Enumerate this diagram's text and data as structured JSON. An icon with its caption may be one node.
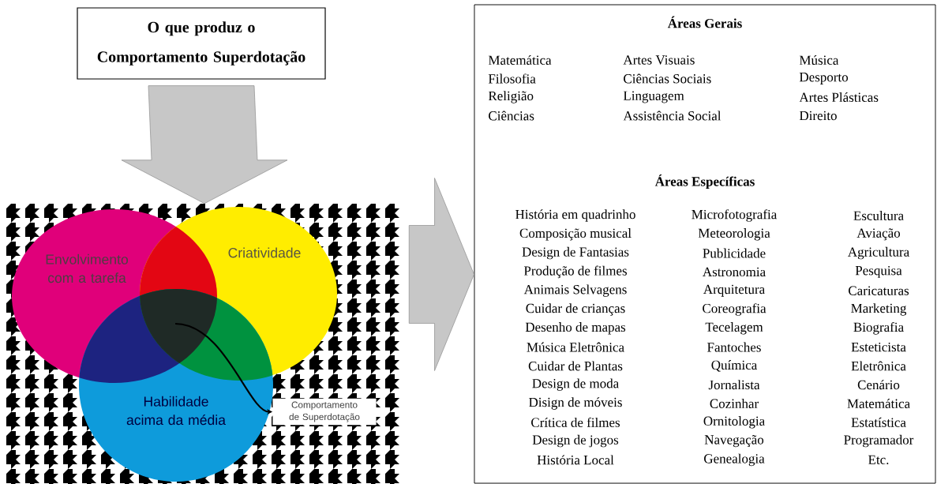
{
  "diagram": {
    "nodes": [
      {
        "text": [
          "O que produz o Comportamento Superdotação"
        ]
      },
      {
        "text": [],
        "shape": "picture"
      },
      {
        "text": [
          "Envolvimento com a tarefa"
        ],
        "in": 1
      },
      {
        "text": [
          "Criatividade"
        ],
        "in": 1
      },
      {
        "text": [
          "Habilidade acima da média"
        ],
        "in": 1
      },
      {
        "text": [
          "Comportamento de Superdotação"
        ],
        "in": 1
      },
      {
        "text": [
          "Áreas Gerais",
          "Matemática",
          "Artes Visuais",
          "Música",
          "Filosofia",
          "Ciências Sociais",
          "Desporto",
          "Religião",
          "Linguagem",
          "Artes Plásticas",
          "Ciências",
          "Assistência Social",
          "Direito",
          "Áreas Específicas",
          "História em quadrinho",
          "Microfotografia",
          "Escultura",
          "Composição musical",
          "Meteorologia",
          "Aviação",
          "Design de Fantasias",
          "Publicidade",
          "Agricultura",
          "Produção de filmes",
          "Astronomia",
          "Pesquisa",
          "Animais Selvagens",
          "Arquitetura",
          "Caricaturas",
          "Cuidar de crianças",
          "Coreografia",
          "Marketing",
          "Desenho de mapas",
          "Tecelagem",
          "Biografia",
          "Música Eletrônica",
          "Fantoches",
          "Esteticista",
          "Cuidar de Plantas",
          "Química",
          "Eletrônica",
          "Design de moda",
          "Jornalista",
          "Cenário",
          "Disign de móveis",
          "Cozinhar",
          "Matemática",
          "Crítica de filmes",
          "Ornitologia",
          "Estatística",
          "Design de jogos",
          "Navegação",
          "Programador",
          "História Local",
          "Genealogia",
          "Etc."
        ]
      }
    ],
    "edges": [
      {
        "from": 0,
        "to": 1,
        "arrow": "to"
      },
      {
        "from": 1,
        "to": 6,
        "arrow": "to"
      },
      {
        "from": 4,
        "to": 5,
        "arrow": "to",
        "color": "#000000"
      }
    ]
  }
}
